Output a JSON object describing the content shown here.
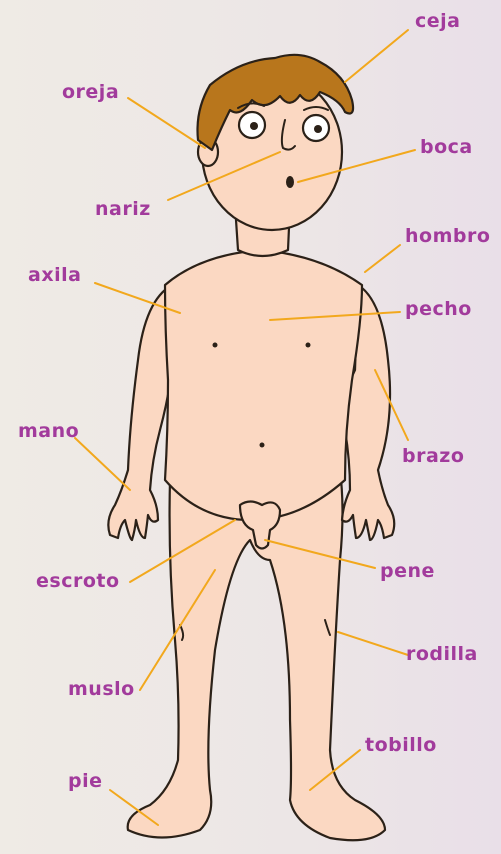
{
  "colors": {
    "label_text": "#a23b9c",
    "leader_line": "#f2a81d",
    "skin": "#fbd8c2",
    "outline": "#2b2118",
    "hair": "#b8761c"
  },
  "labels": {
    "ceja": "ceja",
    "oreja": "oreja",
    "boca": "boca",
    "nariz": "nariz",
    "hombro": "hombro",
    "axila": "axila",
    "pecho": "pecho",
    "mano": "mano",
    "brazo": "brazo",
    "escroto": "escroto",
    "pene": "pene",
    "rodilla": "rodilla",
    "muslo": "muslo",
    "tobillo": "tobillo",
    "pie": "pie"
  }
}
